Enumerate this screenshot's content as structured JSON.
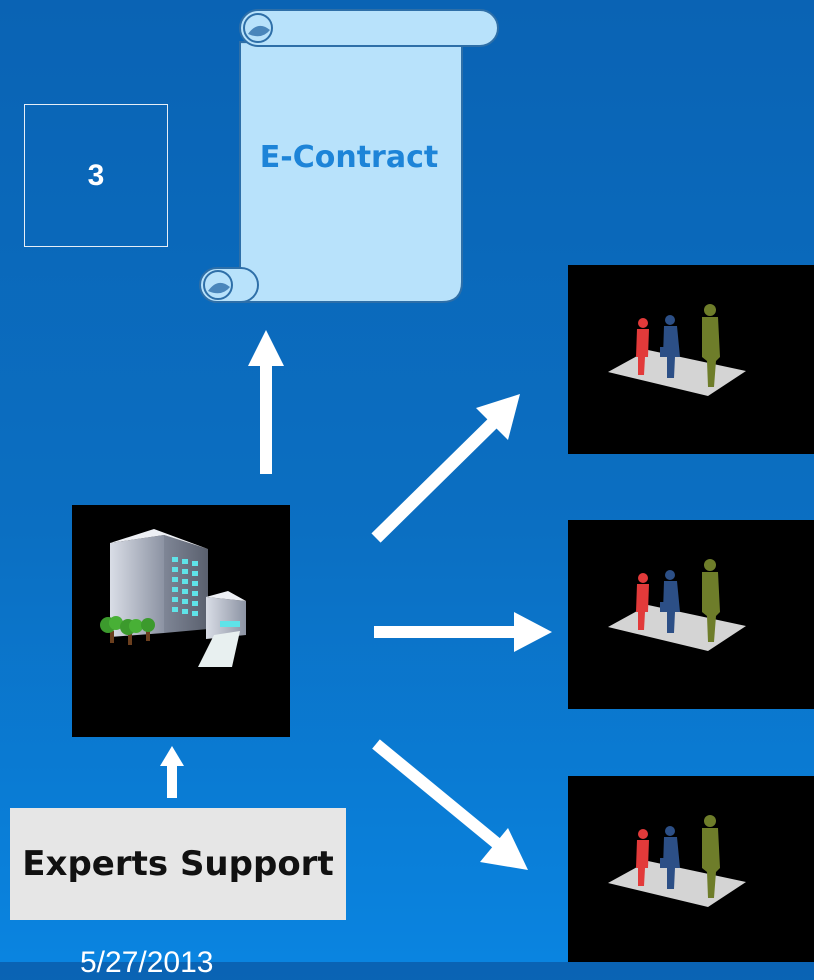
{
  "step": {
    "number": "3"
  },
  "contract": {
    "label": "E-Contract"
  },
  "experts": {
    "label": "Experts Support"
  },
  "footer": {
    "date": "5/27/2013"
  },
  "colors": {
    "background": "#0b6fc2",
    "scroll_fill": "#b8e2fb",
    "contract_text": "#1d84d8",
    "arrow": "#ffffff",
    "person_red": "#e23a3a",
    "person_blue": "#2c4f86",
    "person_olive": "#6e7d2a"
  },
  "icons": {
    "company": "office-building-icon",
    "stakeholders": "people-group-icon",
    "contract": "scroll-icon"
  }
}
